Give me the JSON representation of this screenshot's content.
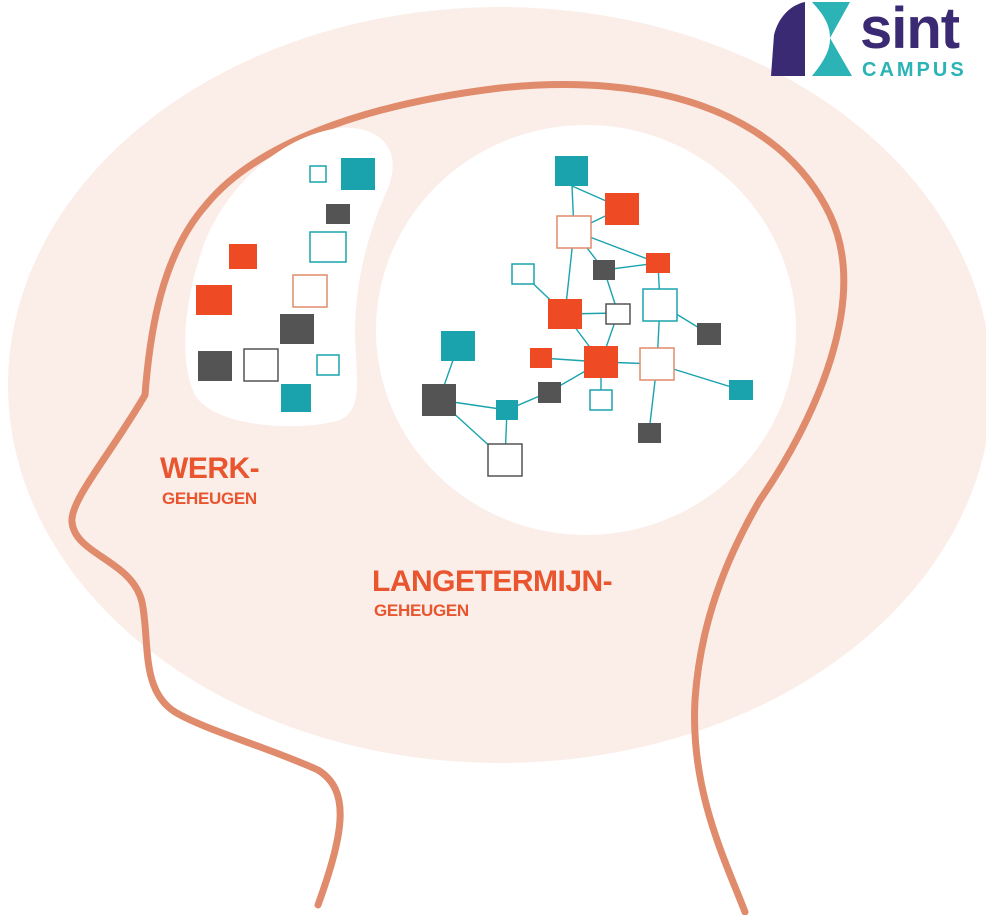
{
  "diagram": {
    "working_memory": {
      "line1": "WERK-",
      "line2": "GEHEUGEN"
    },
    "long_term_memory": {
      "line1": "LANGETERMIJN-",
      "line2": "GEHEUGEN"
    }
  },
  "logo": {
    "word": "sint",
    "sub": "CAMPUS"
  },
  "colors": {
    "teal": "#1aa3ad",
    "orange": "#ee4b25",
    "dark": "#545454",
    "head_outline": "#e08b6c",
    "background_blob": "#fbeee9",
    "logo_purple": "#3a2a73",
    "logo_teal": "#2bb3b5"
  }
}
